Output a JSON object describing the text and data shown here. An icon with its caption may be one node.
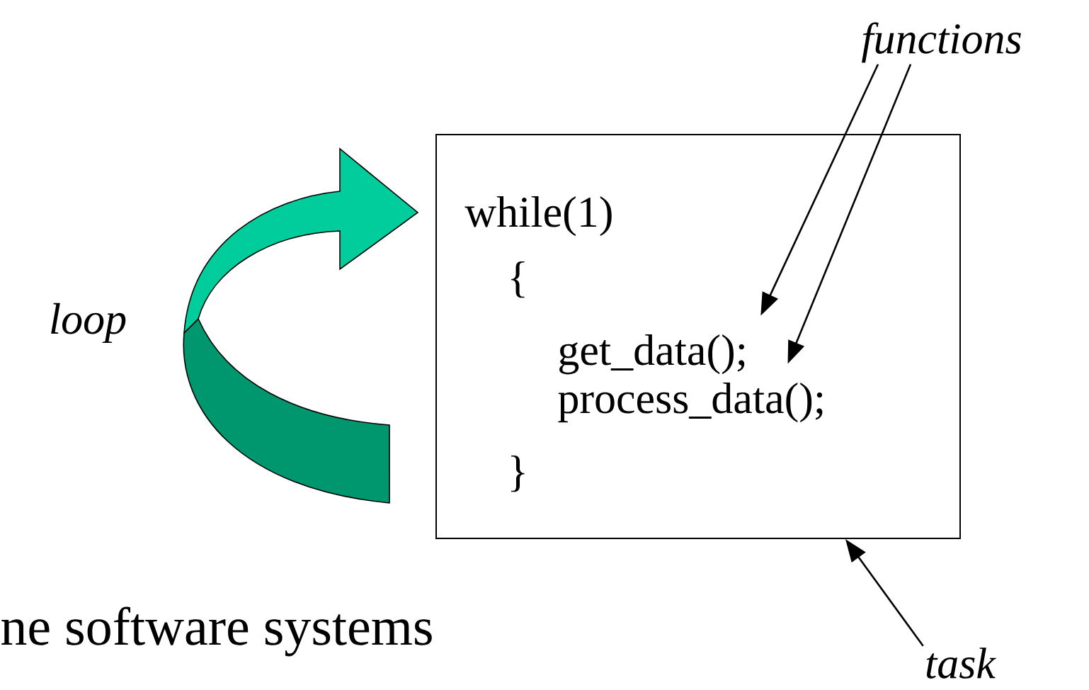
{
  "diagram": {
    "nodes": [
      {
        "text": [
          "functions"
        ]
      },
      {
        "text": [
          "while(1)",
          "{",
          "}"
        ]
      },
      {
        "text": [
          "get_data();"
        ],
        "in": 1
      },
      {
        "text": [
          "process_data();"
        ],
        "in": 1
      },
      {
        "text": [
          "task"
        ]
      }
    ],
    "edges": [
      {
        "from": 0,
        "to": 2,
        "arrow": "to"
      },
      {
        "from": 0,
        "to": 3,
        "arrow": "to"
      },
      {
        "from": 4,
        "to": 1,
        "arrow": "to"
      }
    ],
    "labels": [
      "loop",
      "ne software systems"
    ]
  }
}
